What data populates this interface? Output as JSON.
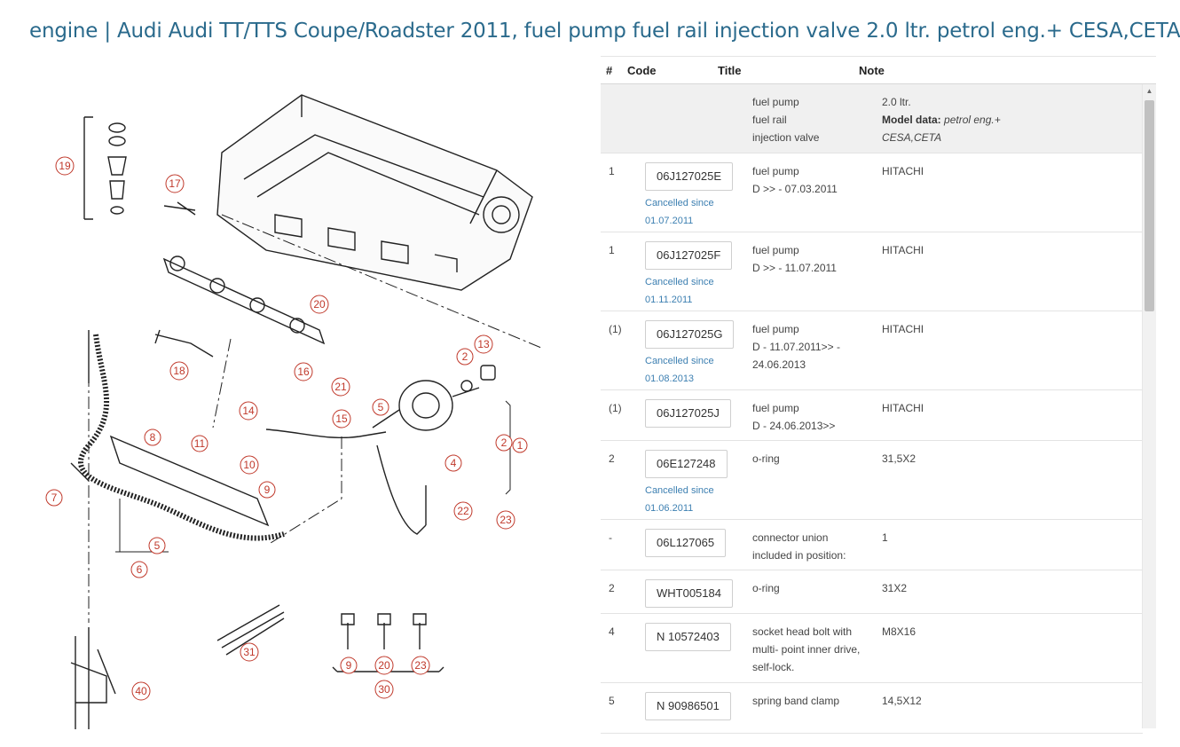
{
  "page": {
    "title": "engine | Audi Audi TT/TTS Coupe/Roadster 2011, fuel pump fuel rail injection valve 2.0 ltr. petrol eng.+ CESA,CETA"
  },
  "diagram": {
    "callouts": [
      "19",
      "17",
      "20",
      "13",
      "2",
      "18",
      "16",
      "21",
      "14",
      "15",
      "5",
      "2",
      "1",
      "11",
      "8",
      "10",
      "4",
      "9",
      "7",
      "22",
      "23",
      "5",
      "6",
      "31",
      "9",
      "20",
      "23",
      "30",
      "40"
    ]
  },
  "table": {
    "headers": {
      "num": "#",
      "code": "Code",
      "title": "Title",
      "note": "Note"
    },
    "intro": {
      "title_lines": [
        "fuel pump",
        "fuel rail",
        "injection valve"
      ],
      "note_line1": "2.0 ltr.",
      "model_label": "Model data:",
      "model_value": "petrol eng.+",
      "model_value2": "CESA,CETA"
    },
    "rows": [
      {
        "num": "1",
        "code": "06J127025E",
        "cancel1": "Cancelled since",
        "cancel2": "01.07.2011",
        "title1": "fuel pump",
        "title2": "D >> - 07.03.2011",
        "title3": "",
        "note": "HITACHI"
      },
      {
        "num": "1",
        "code": "06J127025F",
        "cancel1": "Cancelled since",
        "cancel2": "01.11.2011",
        "title1": "fuel pump",
        "title2": "D >> - 11.07.2011",
        "title3": "",
        "note": "HITACHI"
      },
      {
        "num": "(1)",
        "code": "06J127025G",
        "cancel1": "Cancelled since",
        "cancel2": "01.08.2013",
        "title1": "fuel pump",
        "title2": "D - 11.07.2011>> -",
        "title3": "24.06.2013",
        "note": "HITACHI"
      },
      {
        "num": "(1)",
        "code": "06J127025J",
        "cancel1": "",
        "cancel2": "",
        "title1": "fuel pump",
        "title2": "D - 24.06.2013>>",
        "title3": "",
        "note": "HITACHI"
      },
      {
        "num": "2",
        "code": "06E127248",
        "cancel1": "Cancelled since",
        "cancel2": "01.06.2011",
        "title1": "o-ring",
        "title2": "",
        "title3": "",
        "note": "31,5X2"
      },
      {
        "num": "-",
        "code": "06L127065",
        "cancel1": "",
        "cancel2": "",
        "title1": "connector union",
        "title2": "included in position:",
        "title3": "",
        "note": "1"
      },
      {
        "num": "2",
        "code": "WHT005184",
        "cancel1": "",
        "cancel2": "",
        "title1": "o-ring",
        "title2": "",
        "title3": "",
        "note": "31X2"
      },
      {
        "num": "4",
        "code": "N 10572403",
        "cancel1": "",
        "cancel2": "",
        "title1": "socket head bolt with",
        "title2": "multi- point inner drive,",
        "title3": "self-lock.",
        "note": "M8X16"
      },
      {
        "num": "5",
        "code": "N 90986501",
        "cancel1": "",
        "cancel2": "",
        "title1": "spring band clamp",
        "title2": "",
        "title3": "",
        "note": "14,5X12"
      }
    ]
  },
  "colors": {
    "title": "#2a6a8c",
    "link": "#3c7fb1",
    "callout": "#c0392b",
    "intro_row_bg": "#f0f0f0"
  }
}
